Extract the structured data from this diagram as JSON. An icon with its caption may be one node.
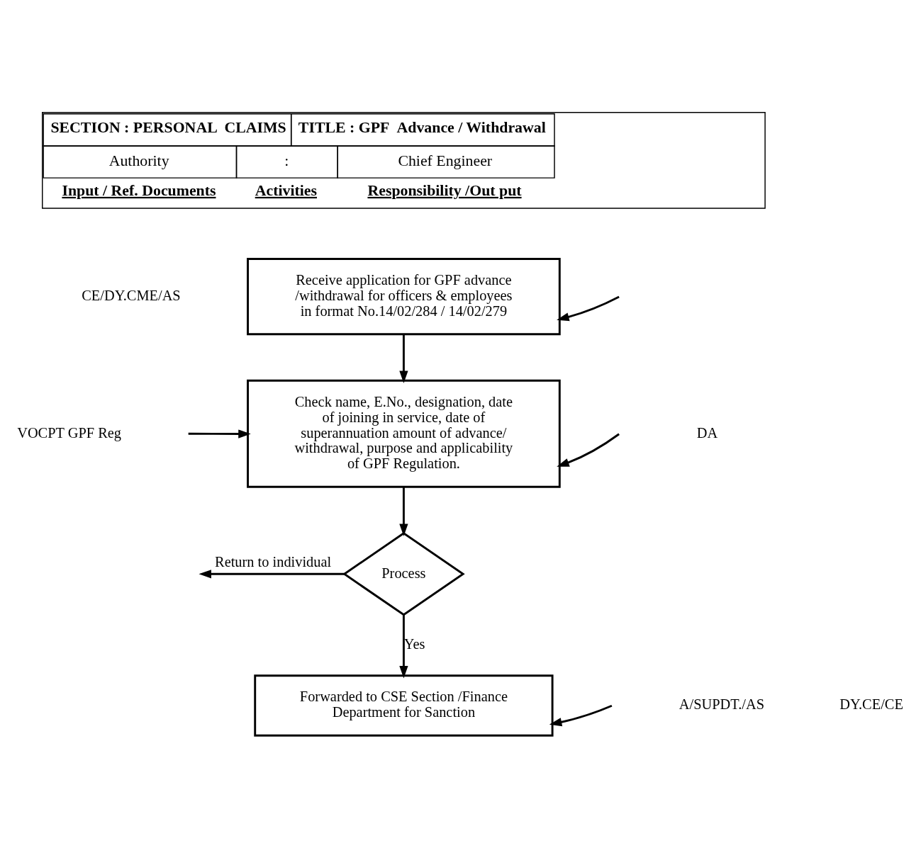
{
  "diagram": {
    "nodes": [
      {
        "text": [
          "Receive application for GPF advance /withdrawal for officers & employees in format No.14/02/284 / 14/02/279"
        ]
      },
      {
        "text": [
          "Check name, E.No., designation, date of joining in service, date of superannuation amount of advance/ withdrawal, purpose and applicability of GPF Regulation."
        ]
      },
      {
        "text": [
          "Process"
        ]
      },
      {
        "text": [
          "Forwarded to CSE Section /Finance Department for Sanction"
        ]
      }
    ],
    "edges": [
      {
        "from": null,
        "to": 0,
        "arrow": "to"
      },
      {
        "from": 0,
        "to": 1,
        "arrow": "to"
      },
      {
        "from": null,
        "to": 1,
        "arrow": "to"
      },
      {
        "from": null,
        "to": 1,
        "arrow": "to"
      },
      {
        "from": 1,
        "to": 2,
        "arrow": "to"
      },
      {
        "from": 2,
        "to": null,
        "arrow": "to",
        "label": "Return to individual"
      },
      {
        "from": 2,
        "to": 3,
        "arrow": "to",
        "label": "Yes"
      },
      {
        "from": null,
        "to": 3,
        "arrow": "to"
      }
    ],
    "labels": [
      "SECTION : PERSONAL  CLAIMS",
      "TITLE : GPF  Advance / Withdrawal",
      "Authority",
      ":",
      "Chief Engineer",
      "Input / Ref. Documents",
      "Activities",
      "Responsibility /Out put",
      "CE/DY.CME/AS",
      "VOCPT GPF Reg",
      "DA",
      "A/SUPDT./AS",
      "DY.CE/CE"
    ]
  }
}
